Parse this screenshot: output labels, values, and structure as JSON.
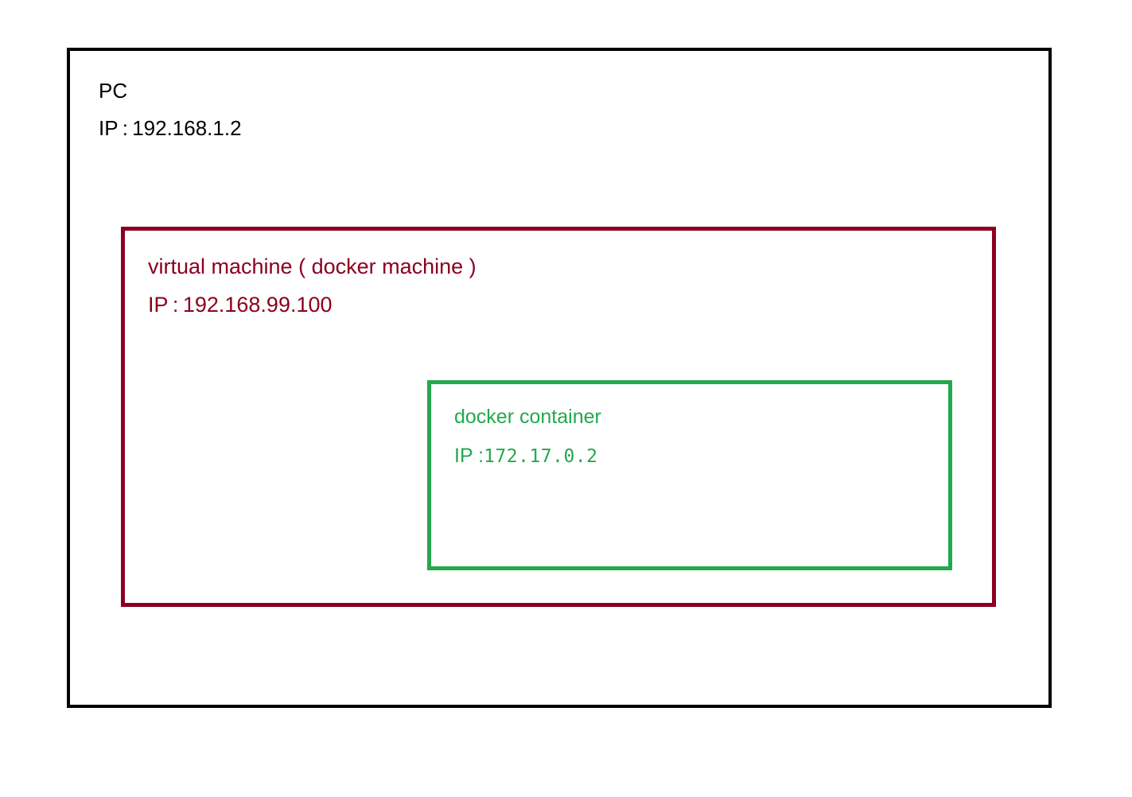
{
  "diagram": {
    "type": "nested-containment",
    "background_color": "#ffffff",
    "levels": [
      {
        "id": "pc",
        "name": "PC",
        "title": "PC",
        "ip_label": "IP : 192.168.1.2",
        "ip_prefix": "IP : ",
        "ip_value": "192.168.1.2",
        "border_color": "#000000",
        "text_color": "#000000",
        "border_width": "4px"
      },
      {
        "id": "virtual-machine",
        "name": "virtual machine ( docker machine )",
        "title": "virtual machine ( docker machine )",
        "ip_label": "IP : 192.168.99.100",
        "ip_prefix": "IP : ",
        "ip_value": "192.168.99.100",
        "border_color": "#8b0020",
        "text_color": "#8b0020",
        "border_width": "5px"
      },
      {
        "id": "docker-container",
        "name": "docker container",
        "title": "docker container",
        "ip_label": "IP :172.17.0.2",
        "ip_prefix": "IP :",
        "ip_value": "172.17.0.2",
        "border_color": "#22a94d",
        "text_color": "#22a94d",
        "border_width": "5px"
      }
    ]
  }
}
